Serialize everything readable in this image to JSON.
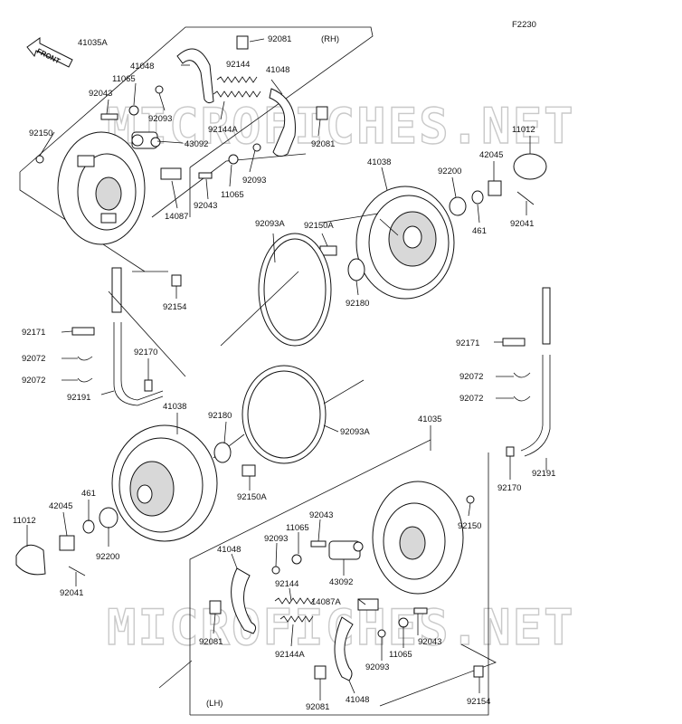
{
  "figure_code": "F2230",
  "watermark": "MICROFICHES.NET",
  "front_arrow": "FRONT",
  "side_labels": {
    "right": "(RH)",
    "left": "(LH)"
  },
  "callouts": [
    "41035A",
    "41048",
    "92144",
    "92081",
    "11065",
    "92043",
    "92093",
    "92144A",
    "41048",
    "92081",
    "92150",
    "43092",
    "92093",
    "11065",
    "92043",
    "14087",
    "11012",
    "42045",
    "92041",
    "41038",
    "92200",
    "461",
    "92093A",
    "92150A",
    "92180",
    "92154",
    "92171",
    "92072",
    "92072",
    "92170",
    "92191",
    "92171",
    "92072",
    "92072",
    "92191",
    "92170",
    "41038",
    "92180",
    "92093A",
    "92150A",
    "42045",
    "461",
    "11012",
    "92200",
    "92041",
    "41035",
    "92150",
    "92043",
    "11065",
    "92093",
    "41048",
    "92144",
    "43092",
    "14087A",
    "92081",
    "92144A",
    "92043",
    "11065",
    "92093",
    "41048",
    "92081",
    "92154"
  ]
}
